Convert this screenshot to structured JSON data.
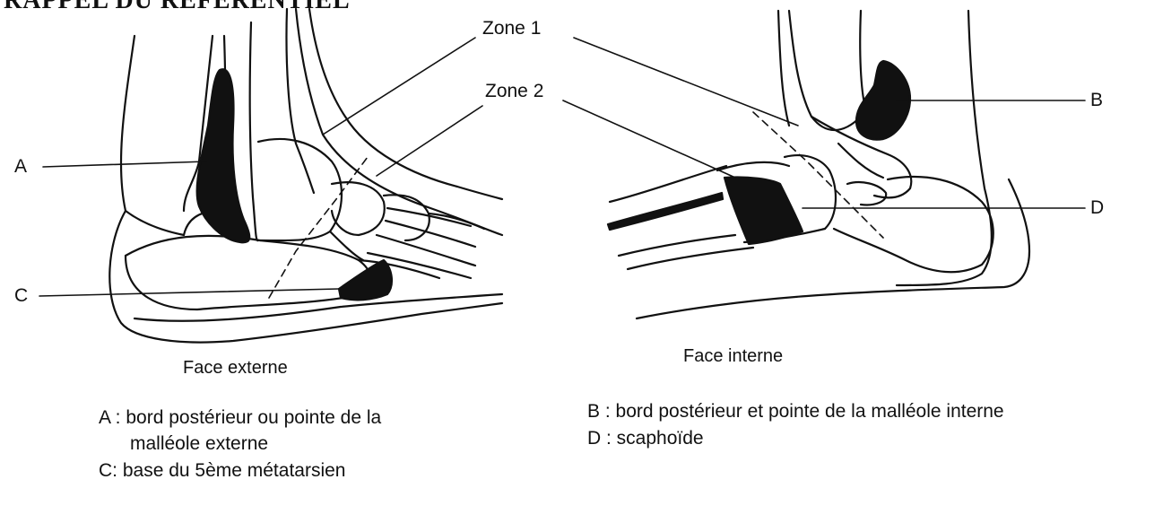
{
  "title": "RAPPEL DU REFERENTIEL",
  "labels": {
    "zone1": "Zone 1",
    "zone2": "Zone 2",
    "a": "A",
    "b": "B",
    "c": "C",
    "d": "D"
  },
  "captions": {
    "external": "Face externe",
    "internal": "Face interne"
  },
  "legend": {
    "a_line1": "A : bord postérieur ou pointe de la",
    "a_line2": "malléole externe",
    "c": "C: base du 5ème métatarsien",
    "b": "B : bord postérieur  et pointe de la malléole interne",
    "d": "D : scaphoïde"
  },
  "colors": {
    "ink": "#111111",
    "background": "#ffffff"
  }
}
